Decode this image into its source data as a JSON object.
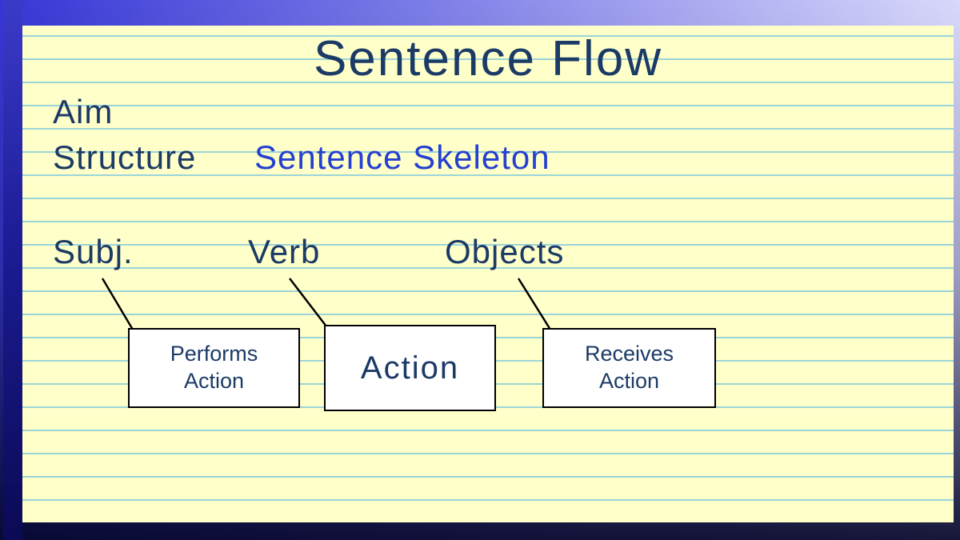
{
  "slide": {
    "title": "Sentence Flow",
    "aim": "Aim",
    "structure_label": "Structure",
    "structure_value": "Sentence Skeleton",
    "diagram": {
      "columns": [
        {
          "label": "Subj.",
          "box": "Performs\nAction"
        },
        {
          "label": "Verb",
          "box": "Action"
        },
        {
          "label": "Objects",
          "box": "Receives\nAction"
        }
      ]
    },
    "colors": {
      "text_navy": "#1b3a66",
      "accent_blue": "#2440d0",
      "paper_yellow": "#ffffc9",
      "rule_line_teal": "#9cd4d8",
      "frame_blue": "#3636d6",
      "frame_dark_navy": "#0a0a55",
      "box_background": "#ffffff",
      "box_border": "#000000"
    }
  }
}
